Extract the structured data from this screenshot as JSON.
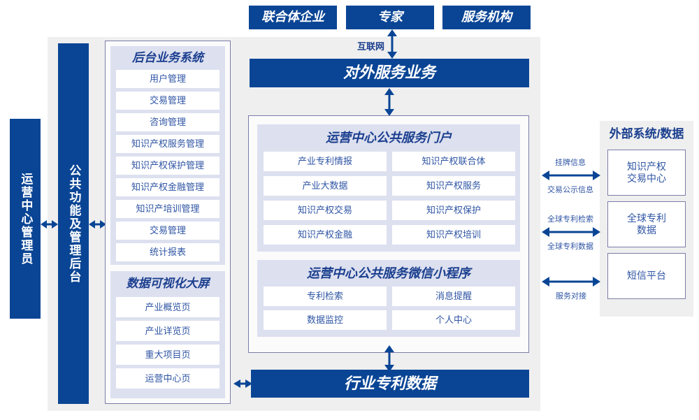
{
  "diagram": {
    "top_actors": [
      {
        "label": "联合体企业"
      },
      {
        "label": "专家"
      },
      {
        "label": "服务机构"
      }
    ],
    "internet_label": "互联网",
    "external_service_bar": "对外服务业务",
    "industry_patent_data_bar": "行业专利数据",
    "left_bars": [
      {
        "label": "运营中心管理员"
      },
      {
        "label": "公共功能及管理后台"
      }
    ],
    "backoffice": {
      "title": "后台业务系统",
      "items": [
        "用户管理",
        "交易管理",
        "咨询管理",
        "知识产权服务管理",
        "知识产权保护管理",
        "知识产权金融管理",
        "知识产培训管理",
        "交易管理",
        "统计报表"
      ]
    },
    "dataviz": {
      "title": "数据可视化大屏",
      "items": [
        "产业概览页",
        "产业详览页",
        "重大项目页",
        "运营中心页"
      ]
    },
    "portal": {
      "title": "运营中心公共服务门户",
      "items": [
        "产业专利情报",
        "知识产权联合体",
        "产业大数据",
        "知识产权服务",
        "知识产权交易",
        "知识产权保护",
        "知识产权金融",
        "知识产权培训"
      ]
    },
    "miniprogram": {
      "title": "运营中心公共服务微信小程序",
      "items": [
        "专利检索",
        "消息提醒",
        "数据监控",
        "个人中心"
      ]
    },
    "external": {
      "title": "外部系统/数据",
      "items": [
        {
          "label": "知识产权\n交易中心",
          "line1": "知识产权",
          "line2": "交易中心"
        },
        {
          "label": "全球专利\n数据",
          "line1": "全球专利",
          "line2": "数据"
        },
        {
          "label": "短信平台",
          "line1": "短信平台",
          "line2": ""
        }
      ],
      "connectors": [
        {
          "above": "挂牌信息",
          "below": "交易公示信息"
        },
        {
          "above": "全球专利检索",
          "below": "全球专利数据"
        },
        {
          "above": "",
          "below": "服务对接"
        }
      ]
    },
    "colors": {
      "brand_blue": "#0a4595",
      "text_blue": "#2f55a4",
      "title_blue": "#1b3f8f",
      "lavender": "#dde0ef",
      "card_border": "#7b7ca8",
      "gray_bg": "#efefef"
    }
  }
}
